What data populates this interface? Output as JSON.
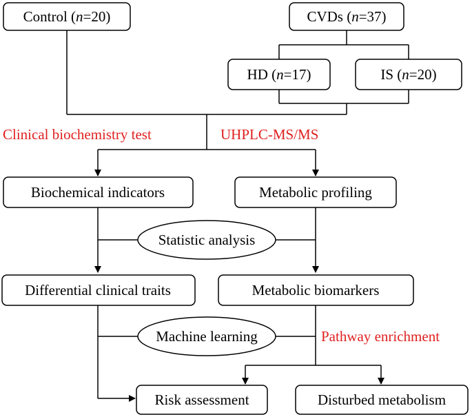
{
  "nodes": {
    "control": {
      "label": "Control",
      "n_prefix": "n",
      "n_value": "=20"
    },
    "cvds": {
      "label": "CVDs",
      "n_prefix": "n",
      "n_value": "=37"
    },
    "hd": {
      "label": "HD",
      "n_prefix": "n",
      "n_value": "=17"
    },
    "is": {
      "label": "IS",
      "n_prefix": "n",
      "n_value": "=20"
    },
    "biochemical_indicators": "Biochemical indicators",
    "metabolic_profiling": "Metabolic profiling",
    "differential_clinical_traits": "Differential clinical traits",
    "metabolic_biomarkers": "Metabolic biomarkers",
    "risk_assessment": "Risk assessment",
    "disturbed_metabolism": "Disturbed metabolism"
  },
  "processes": {
    "statistic_analysis": "Statistic analysis",
    "machine_learning": "Machine learning"
  },
  "methods": {
    "clinical_biochemistry_test": "Clinical biochemistry test",
    "uhplc_ms_ms": "UHPLC-MS/MS",
    "pathway_enrichment": "Pathway enrichment"
  },
  "colors": {
    "line": "#000000",
    "method_text": "#e02020"
  }
}
